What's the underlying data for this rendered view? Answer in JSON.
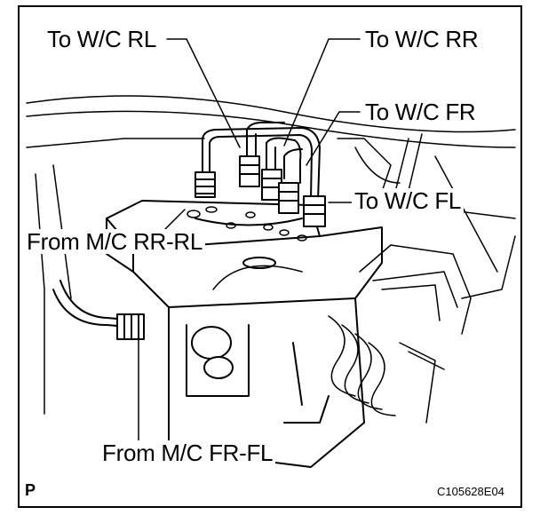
{
  "labels": {
    "to_wc_rl": "To W/C RL",
    "to_wc_rr": "To W/C RR",
    "to_wc_fr": "To W/C FR",
    "to_wc_fl": "To W/C FL",
    "from_mc_rr_rl": "From M/C RR-RL",
    "from_mc_fr_fl": "From M/C FR-FL"
  },
  "corner_mark": "P",
  "figure_code": "C105628E04",
  "colors": {
    "ink": "#000000",
    "background": "#ffffff"
  }
}
